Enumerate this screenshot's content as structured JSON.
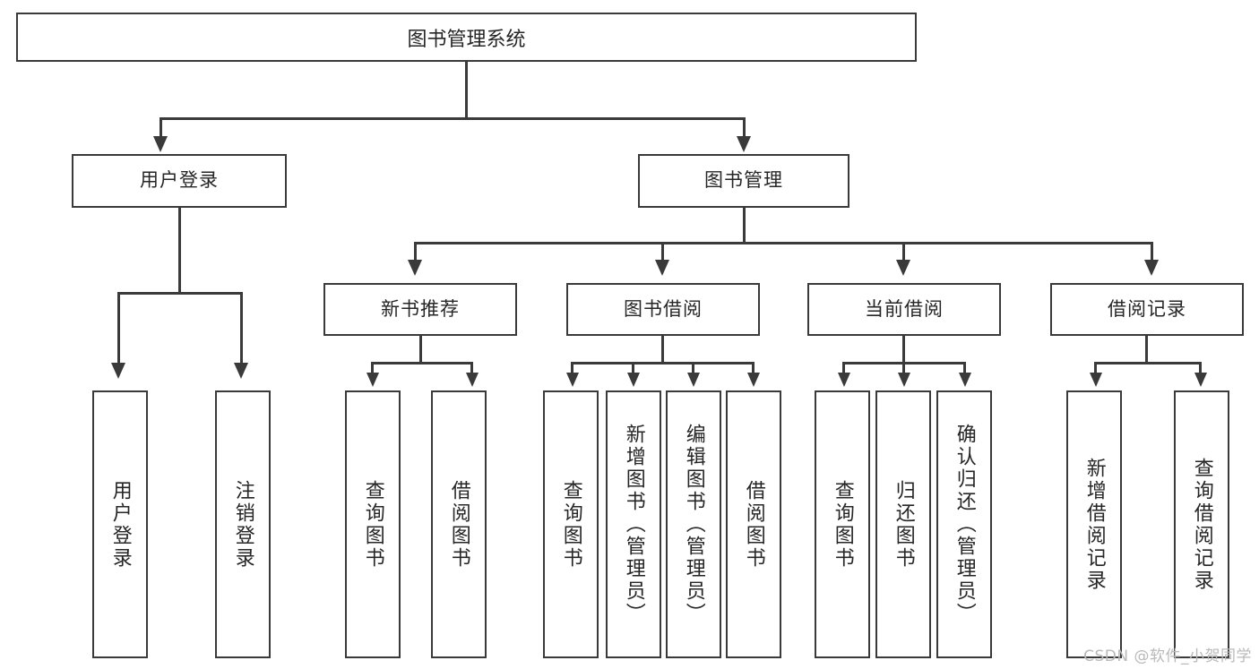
{
  "diagram": {
    "type": "tree-hierarchy-chart",
    "title": "图书管理系统",
    "root": {
      "label": "图书管理系统"
    },
    "level1": [
      {
        "label": "用户登录"
      },
      {
        "label": "图书管理"
      }
    ],
    "level2": [
      {
        "label": "新书推荐",
        "parent": "图书管理"
      },
      {
        "label": "图书借阅",
        "parent": "图书管理"
      },
      {
        "label": "当前借阅",
        "parent": "图书管理"
      },
      {
        "label": "借阅记录",
        "parent": "图书管理"
      }
    ],
    "leaves": {
      "user_login": [
        {
          "label": "用户登录"
        },
        {
          "label": "注销登录"
        }
      ],
      "new_book_recommend": [
        {
          "label": "查询图书"
        },
        {
          "label": "借阅图书"
        }
      ],
      "book_borrow": [
        {
          "label": "查询图书"
        },
        {
          "label": "新增图书（管理员）"
        },
        {
          "label": "编辑图书（管理员）"
        },
        {
          "label": "借阅图书"
        }
      ],
      "current_borrow": [
        {
          "label": "查询图书"
        },
        {
          "label": "归还图书"
        },
        {
          "label": "确认归还（管理员）"
        }
      ],
      "borrow_record": [
        {
          "label": "新增借阅记录"
        },
        {
          "label": "查询借阅记录"
        }
      ]
    }
  },
  "watermark": {
    "text": "CSDN @软件_小贺同学"
  },
  "colors": {
    "border": "#3a3a3a",
    "text": "#262626",
    "background": "#ffffff",
    "watermark": "#b9b9b9"
  }
}
